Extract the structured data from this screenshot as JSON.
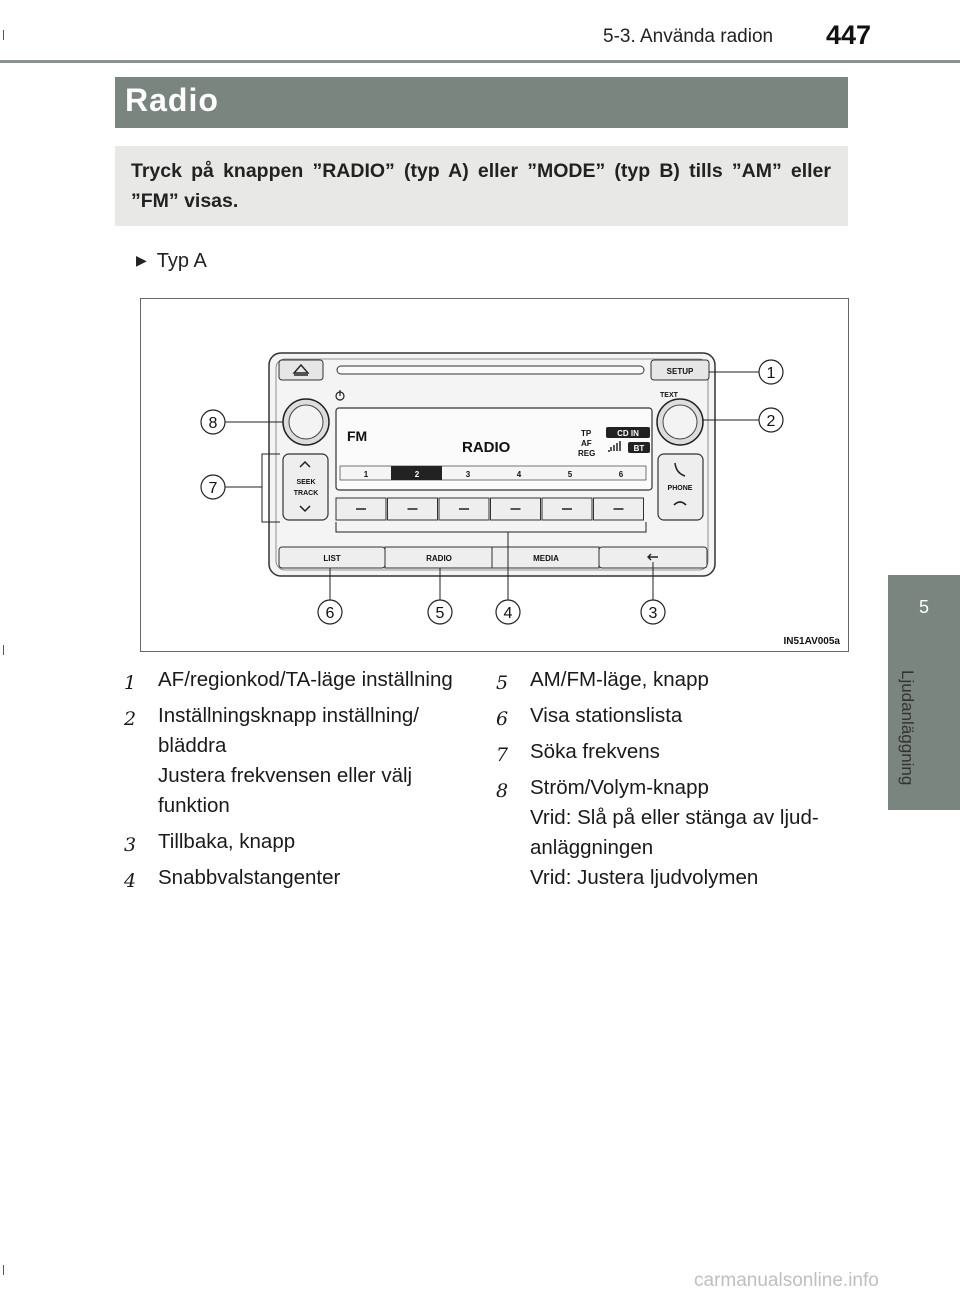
{
  "header": {
    "section": "5-3. Använda radion",
    "page_number": "447"
  },
  "section": {
    "title": "Radio"
  },
  "intro": {
    "text": "Tryck på knappen ”RADIO” (typ A) eller ”MODE” (typ B) tills ”AM” eller ”FM” visas."
  },
  "type_label": "Typ A",
  "figure": {
    "id_label": "IN51AV005a",
    "display": {
      "band": "FM",
      "mode": "RADIO",
      "tp": "TP",
      "af": "AF",
      "reg": "REG",
      "cdin": "CD IN",
      "bt": "BT"
    },
    "buttons": {
      "setup": "SETUP",
      "text": "TEXT",
      "seek": "SEEK",
      "track": "TRACK",
      "phone": "PHONE",
      "list": "LIST",
      "radio": "RADIO",
      "media": "MEDIA"
    },
    "presets": [
      "1",
      "2",
      "3",
      "4",
      "5",
      "6"
    ],
    "callouts": [
      "1",
      "2",
      "3",
      "4",
      "5",
      "6",
      "7",
      "8"
    ]
  },
  "legend": {
    "left": [
      {
        "num": "1",
        "lines": [
          "AF/regionkod/TA-läge inställning"
        ]
      },
      {
        "num": "2",
        "lines": [
          "Inställningsknapp inställning/",
          "bläddra",
          "Justera frekvensen eller välj",
          "funktion"
        ]
      },
      {
        "num": "3",
        "lines": [
          "Tillbaka, knapp"
        ]
      },
      {
        "num": "4",
        "lines": [
          "Snabbvalstangenter"
        ]
      }
    ],
    "right": [
      {
        "num": "5",
        "lines": [
          "AM/FM-läge, knapp"
        ]
      },
      {
        "num": "6",
        "lines": [
          "Visa stationslista"
        ]
      },
      {
        "num": "7",
        "lines": [
          "Söka frekvens"
        ]
      },
      {
        "num": "8",
        "lines": [
          "Ström/Volym-knapp",
          "Vrid: Slå på eller stänga av ljud-",
          "anläggningen",
          "Vrid: Justera ljudvolymen"
        ]
      }
    ]
  },
  "side_tab": {
    "number": "5",
    "label": "Ljudanläggning"
  },
  "watermark": "carmanualsonline.info",
  "colors": {
    "bar": "#7b857f",
    "intro_bg": "#e8e9e7"
  }
}
